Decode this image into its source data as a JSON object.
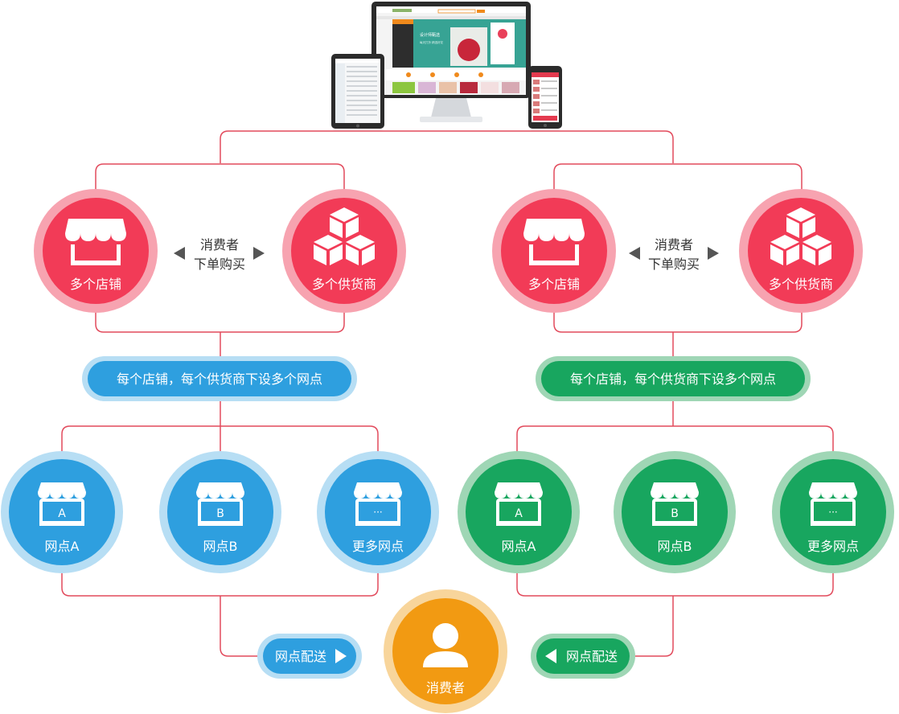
{
  "colors": {
    "red": "#f23b57",
    "red_ring": "#f7a3b0",
    "blue": "#2e9fdf",
    "blue_ring": "#b7def4",
    "green": "#18a65f",
    "green_ring": "#9fd6b5",
    "orange": "#f29a12",
    "orange_ring": "#f8d59b",
    "line": "#e24a5c",
    "arrow": "#555555"
  },
  "devices": {
    "title_line1": "设计师甄选",
    "title_line2": "每天打折 精选好花"
  },
  "left": {
    "store": {
      "label": "多个店铺",
      "icon": "storefront-icon"
    },
    "supplier": {
      "label": "多个供货商",
      "icon": "boxes-icon"
    },
    "purchase": {
      "line1": "消费者",
      "line2": "下单购买"
    },
    "banner": "每个店铺，每个供货商下设多个网点",
    "nodes": [
      {
        "label": "网点A",
        "mark": "A"
      },
      {
        "label": "网点B",
        "mark": "B"
      },
      {
        "label": "更多网点",
        "mark": "···"
      }
    ],
    "delivery": "网点配送"
  },
  "right": {
    "store": {
      "label": "多个店铺",
      "icon": "storefront-icon"
    },
    "supplier": {
      "label": "多个供货商",
      "icon": "boxes-icon"
    },
    "purchase": {
      "line1": "消费者",
      "line2": "下单购买"
    },
    "banner": "每个店铺，每个供货商下设多个网点",
    "nodes": [
      {
        "label": "网点A",
        "mark": "A"
      },
      {
        "label": "网点B",
        "mark": "B"
      },
      {
        "label": "更多网点",
        "mark": "···"
      }
    ],
    "delivery": "网点配送"
  },
  "consumer": {
    "label": "消费者",
    "icon": "person-icon"
  }
}
